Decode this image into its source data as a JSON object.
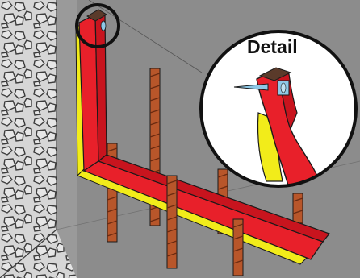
{
  "diagram": {
    "detail_label": "Detail",
    "colors": {
      "background_gray": "#8a8a8a",
      "wall_gray": "#c4c4c4",
      "stone_dark": "#4a4a4a",
      "stone_light": "#d8d8d8",
      "waterstop_red": "#e8202a",
      "sealant_yellow": "#f2ec1a",
      "rebar_orange": "#b8562a",
      "bolt_blue": "#8ec8e6",
      "outline_black": "#1a1a1a"
    },
    "icons": [
      "callout-circle",
      "detail-magnifier",
      "anchor-bolt-icon"
    ]
  }
}
